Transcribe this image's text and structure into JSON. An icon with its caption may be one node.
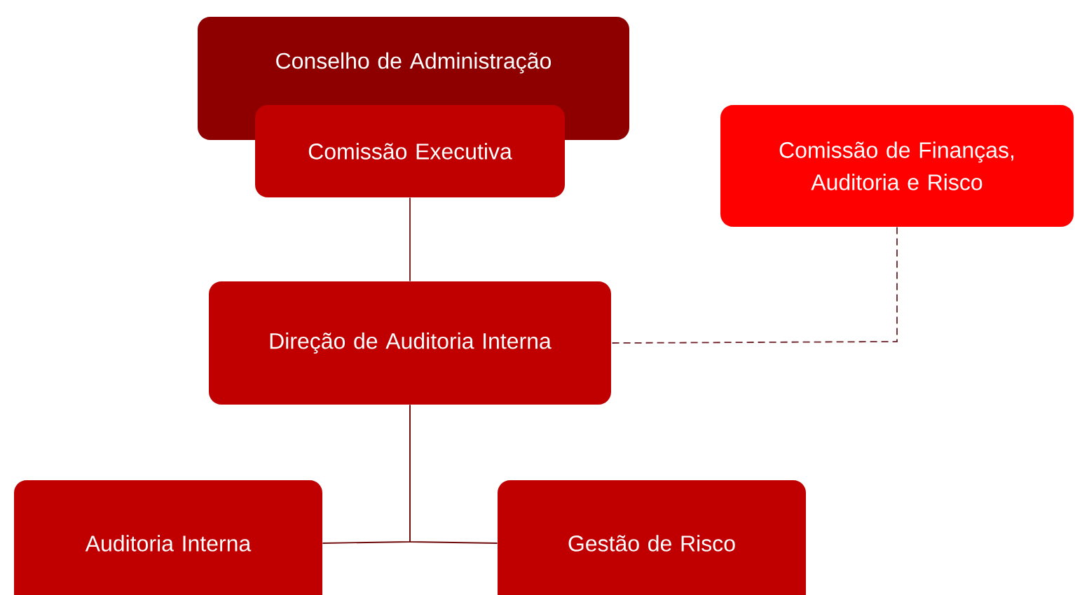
{
  "diagram": {
    "nodes": [
      {
        "text": [
          "Conselho de Administração"
        ]
      },
      {
        "text": [
          "Comissão Executiva"
        ]
      },
      {
        "text": [
          "Comissão de Finanças, Auditoria e Risco"
        ]
      },
      {
        "text": [
          "Direção de Auditoria Interna"
        ]
      },
      {
        "text": [
          "Auditoria Interna"
        ]
      },
      {
        "text": [
          "Gestão de Risco"
        ]
      }
    ],
    "edges": [
      {
        "from": 1,
        "to": 3,
        "arrow": "none"
      },
      {
        "from": 2,
        "to": 3,
        "arrow": "none",
        "style": "dashed",
        "color": "#6b1f24"
      },
      {
        "from": 3,
        "to": 4,
        "arrow": "none"
      },
      {
        "from": 3,
        "to": 5,
        "arrow": "none"
      }
    ]
  }
}
